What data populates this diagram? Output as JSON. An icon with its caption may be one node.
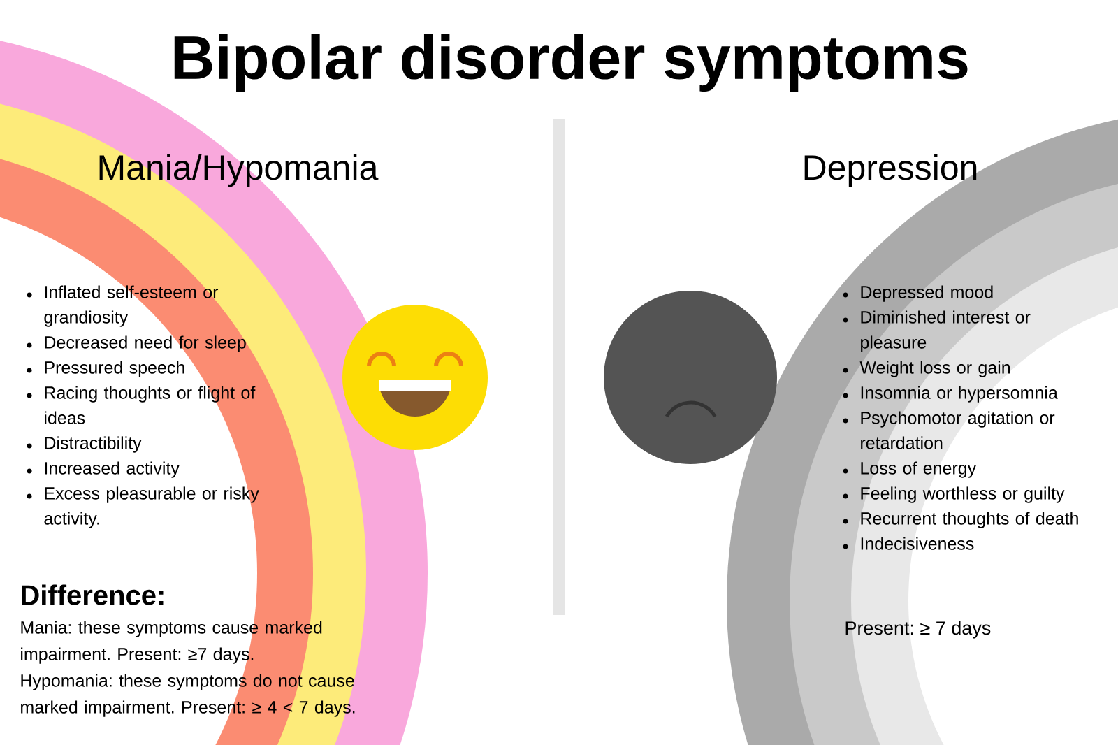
{
  "diagram": {
    "title": "Bipolar disorder symptoms",
    "labels": [
      "Mania/Hypomania",
      "Depression",
      "Inflated self-esteem or grandiosity",
      "Decreased need for sleep",
      "Pressured speech",
      "Racing thoughts or flight of ideas",
      "Distractibility",
      "Increased activity",
      "Excess pleasurable or risky activity.",
      "Depressed mood",
      "Diminished interest or pleasure",
      "Weight loss or gain",
      "Insomnia or hypersomnia",
      "Psychomotor agitation or retardation",
      "Loss of energy",
      "Feeling worthless or guilty",
      "Recurrent thoughts of death",
      "Indecisiveness",
      "Difference:",
      "Mania: these symptoms cause marked impairment. Present: ≥7 days.",
      "Hypomania: these symptoms do not cause marked impairment. Present: ≥ 4 < 7 days.",
      "Present: ≥ 7 days"
    ]
  }
}
